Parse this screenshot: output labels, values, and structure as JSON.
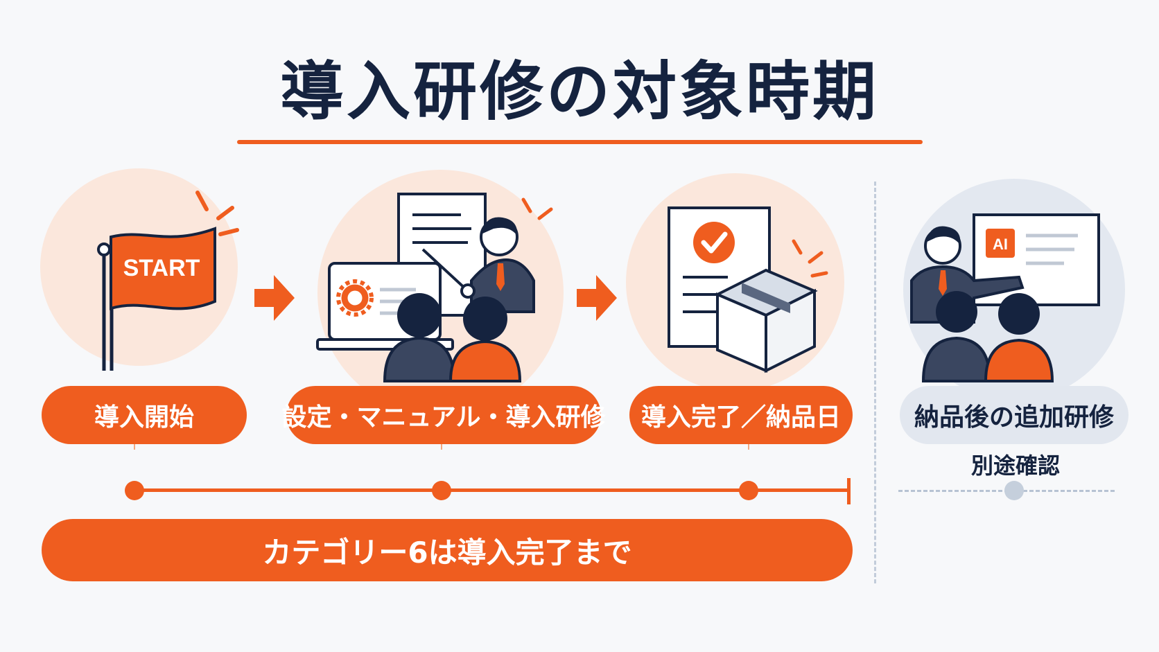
{
  "title": "導入研修の対象時期",
  "stages": [
    {
      "label": "導入開始",
      "icon": "start-flag-icon",
      "flag_text": "START"
    },
    {
      "label": "設定・マニュアル・導入研修",
      "icon": "trainer-presentation-icon"
    },
    {
      "label": "導入完了／納品日",
      "icon": "document-check-box-icon"
    }
  ],
  "extra_stage": {
    "label": "納品後の追加研修",
    "note": "別途確認",
    "icon": "ai-presentation-icon",
    "badge": "AI"
  },
  "banner": "カテゴリー6は導入完了まで",
  "colors": {
    "accent": "#ef5d1f",
    "navy": "#15233f",
    "soft_orange": "#fbe7dc",
    "soft_blue": "#e3e8f0"
  }
}
